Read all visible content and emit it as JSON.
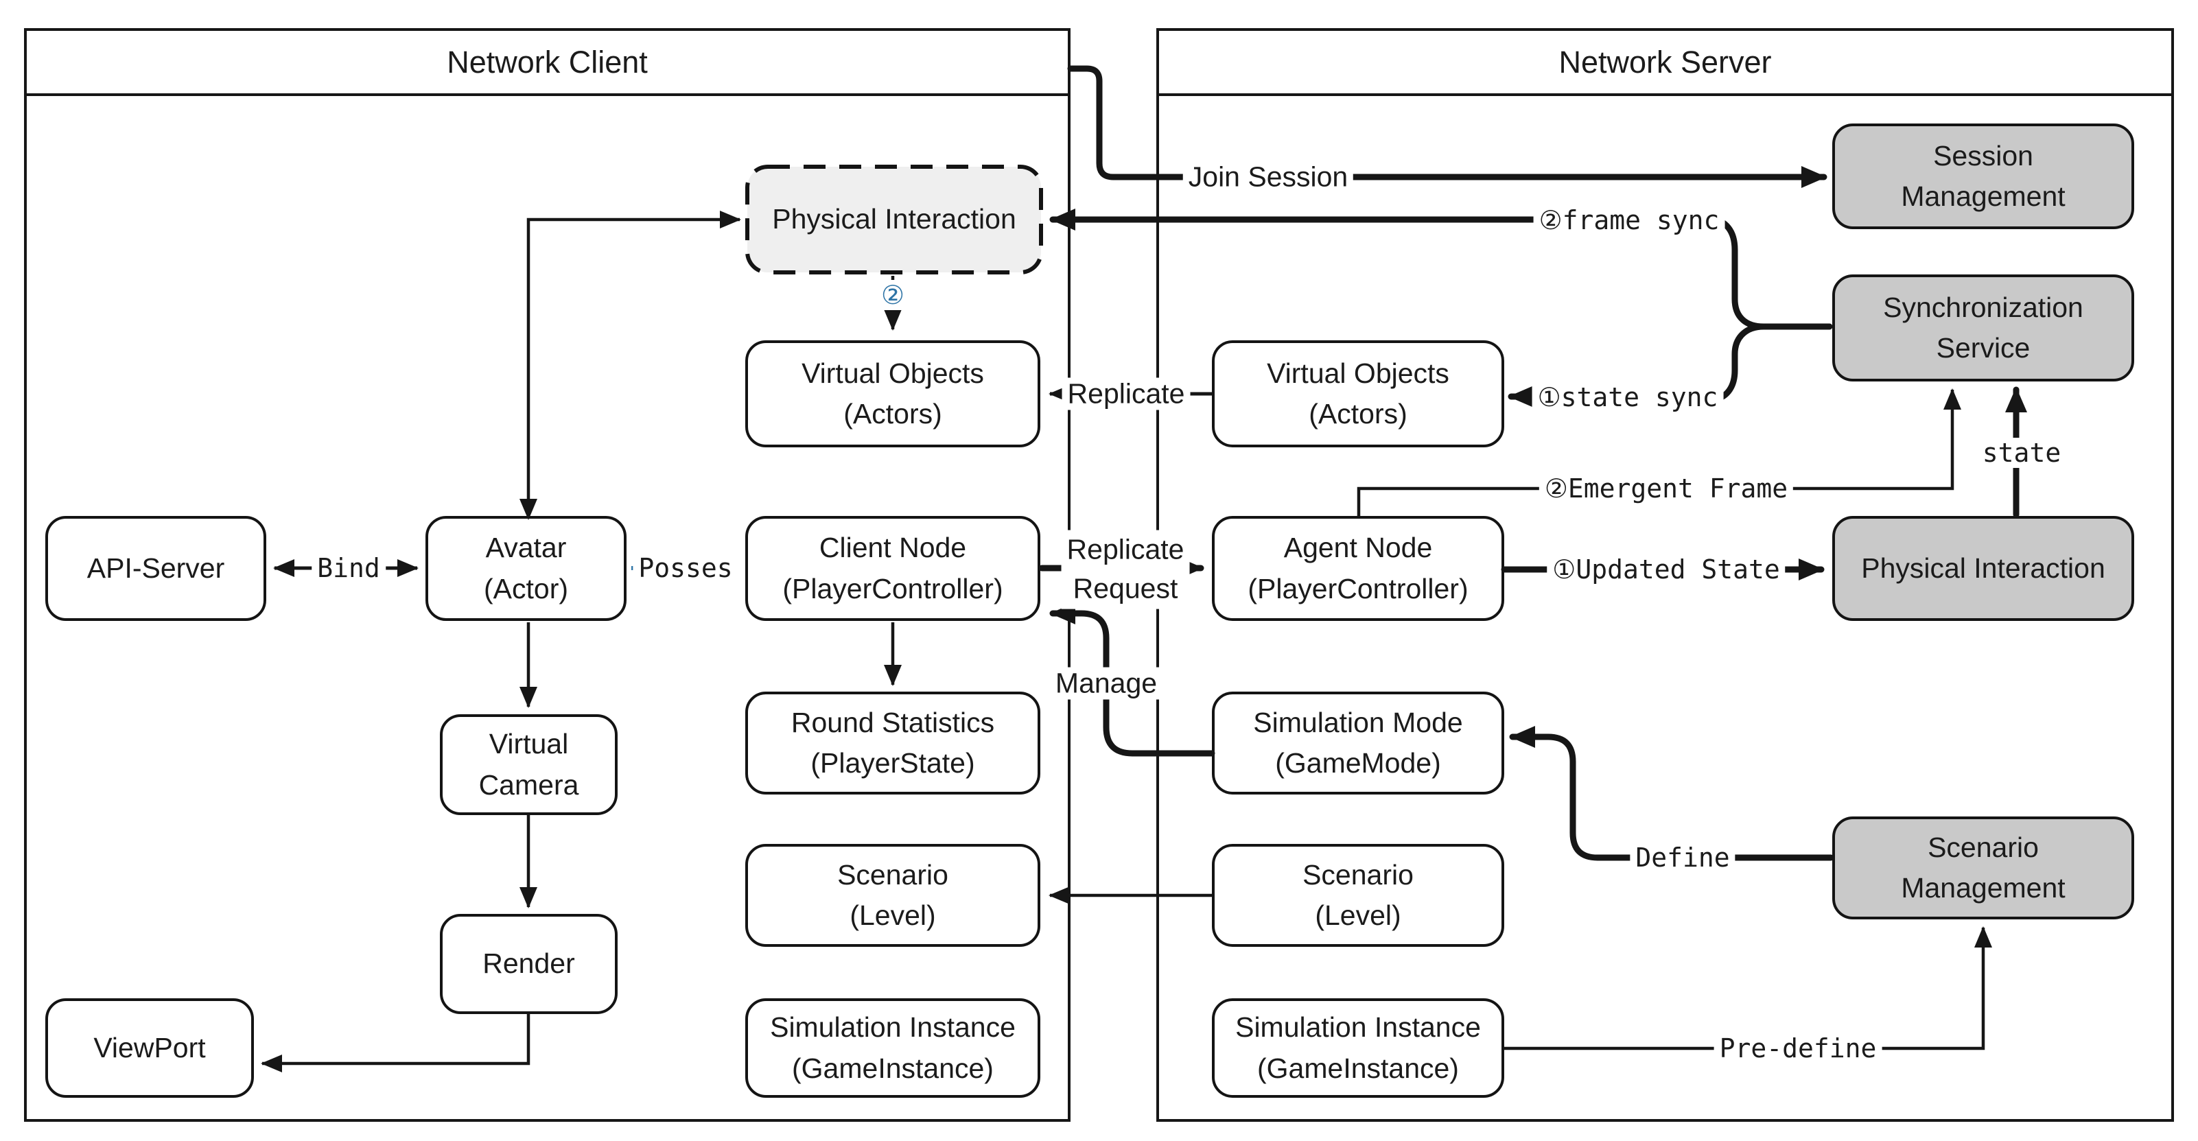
{
  "client": {
    "title": "Network Client"
  },
  "server": {
    "title": "Network Server"
  },
  "colors": {
    "accent_blue": "#2e74a6",
    "gray_box_fill": "#c9c9c9",
    "dashed_box_fill": "#efefef"
  },
  "nodes": {
    "client_physical_interaction": {
      "line1": "Physical Interaction"
    },
    "client_virtual_objects": {
      "line1": "Virtual Objects",
      "line2": "(Actors)"
    },
    "api_server": {
      "line1": "API-Server"
    },
    "avatar": {
      "line1": "Avatar",
      "line2": "(Actor)"
    },
    "client_node": {
      "line1": "Client Node",
      "line2": "(PlayerController)"
    },
    "round_statistics": {
      "line1": "Round Statistics",
      "line2": "(PlayerState)"
    },
    "virtual_camera": {
      "line1": "Virtual",
      "line2": "Camera"
    },
    "client_scenario": {
      "line1": "Scenario",
      "line2": "(Level)"
    },
    "render": {
      "line1": "Render"
    },
    "viewport": {
      "line1": "ViewPort"
    },
    "client_simulation_instance": {
      "line1": "Simulation Instance",
      "line2": "(GameInstance)"
    },
    "server_virtual_objects": {
      "line1": "Virtual Objects",
      "line2": "(Actors)"
    },
    "agent_node": {
      "line1": "Agent Node",
      "line2": "(PlayerController)"
    },
    "simulation_mode": {
      "line1": "Simulation Mode",
      "line2": "(GameMode)"
    },
    "server_scenario": {
      "line1": "Scenario",
      "line2": "(Level)"
    },
    "server_simulation_instance": {
      "line1": "Simulation Instance",
      "line2": "(GameInstance)"
    },
    "session_management": {
      "line1": "Session",
      "line2": "Management"
    },
    "synchronization_service": {
      "line1": "Synchronization",
      "line2": "Service"
    },
    "server_physical_interaction": {
      "line1": "Physical Interaction"
    },
    "scenario_management": {
      "line1": "Scenario",
      "line2": "Management"
    }
  },
  "edges": {
    "join_session": "Join Session",
    "frame_sync": "②frame sync",
    "state_sync": "①state sync",
    "replicate": "Replicate",
    "state": "state",
    "emergent_frame": "②Emergent Frame",
    "updated_state": "①Updated State",
    "replicate_request_line1": "Replicate",
    "replicate_request_line2": "Request",
    "manage": "Manage",
    "bind": "Bind",
    "posses": "Posses",
    "step2_marker": "②",
    "define": "Define",
    "predefine": "Pre-define"
  }
}
